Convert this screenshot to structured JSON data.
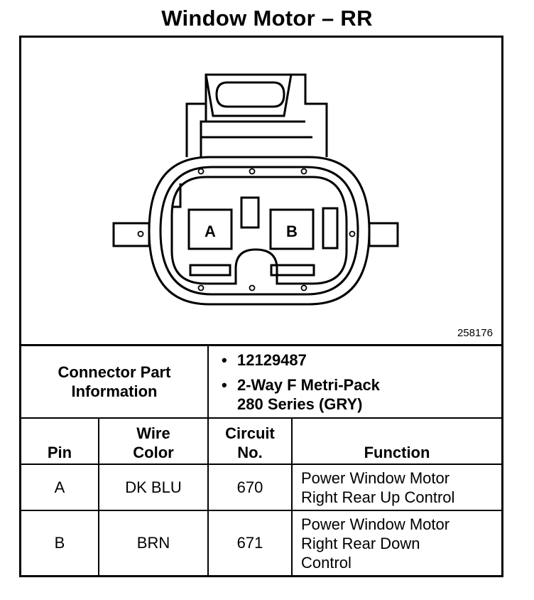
{
  "title": "Window Motor – RR",
  "figure_number": "258176",
  "connector": {
    "pin_labels": [
      "A",
      "B"
    ]
  },
  "connector_info": {
    "label_line1": "Connector Part",
    "label_line2": "Information",
    "part_number": "12129487",
    "type_line1": "2-Way F Metri-Pack",
    "type_line2": "280 Series (GRY)"
  },
  "table": {
    "headers": {
      "pin": "Pin",
      "wire_line1": "Wire",
      "wire_line2": "Color",
      "circuit_line1": "Circuit",
      "circuit_line2": "No.",
      "function": "Function"
    },
    "rows": [
      {
        "pin": "A",
        "wire_color": "DK BLU",
        "circuit": "670",
        "function_lines": [
          "Power Window Motor",
          "Right Rear Up Control"
        ]
      },
      {
        "pin": "B",
        "wire_color": "BRN",
        "circuit": "671",
        "function_lines": [
          "Power Window Motor",
          "Right Rear Down",
          "Control"
        ]
      }
    ]
  }
}
